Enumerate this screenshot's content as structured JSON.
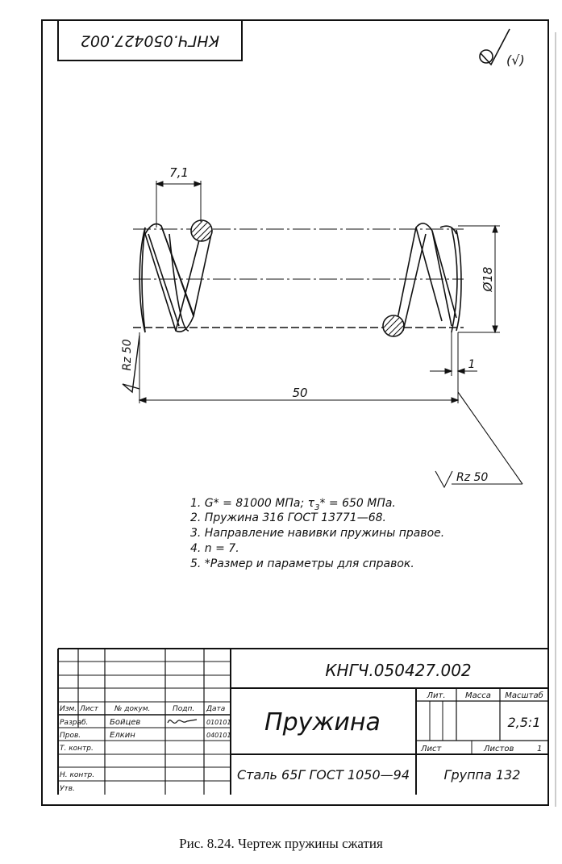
{
  "stamp_reversed": "КНГЧ.050427.002",
  "roughness_corner": "(√)",
  "dims": {
    "pitch": "7,1",
    "diameter": "Ø18",
    "length": "50",
    "gap": "1",
    "rz_left": "Rz 50",
    "rz_right": "Rz 50"
  },
  "notes": [
    "1. G* = 81000 МПа; τ",
    "2. Пружина 316 ГОСТ 13771—68.",
    "3. Направление навивки пружины правое.",
    "4. n = 7.",
    "5. *Размер и параметры для справок."
  ],
  "note1_sub": "3",
  "note1_tail": "* = 650 МПа.",
  "title_block": {
    "designation": "КНГЧ.050427.002",
    "name": "Пружина",
    "material": "Сталь 65Г ГОСТ 1050—94",
    "group": "Группа 132",
    "lit": "Лит.",
    "mass": "Масса",
    "scale_label": "Масштаб",
    "scale": "2,5:1",
    "sheet": "Лист",
    "sheets": "Листов",
    "sheets_count": "1",
    "col_izm": "Изм.",
    "col_list": "Лист",
    "col_doc": "№ докум.",
    "col_sign": "Подп.",
    "col_date": "Дата",
    "razrab": "Разраб.",
    "razrab_name": "Бойцев",
    "razrab_date": "010101",
    "prov": "Пров.",
    "prov_name": "Елкин",
    "prov_date": "040101",
    "t_kontr": "Т. контр.",
    "n_kontr": "Н. контр.",
    "utv": "Утв."
  },
  "caption": "Рис. 8.24. Чертеж пружины сжатия"
}
